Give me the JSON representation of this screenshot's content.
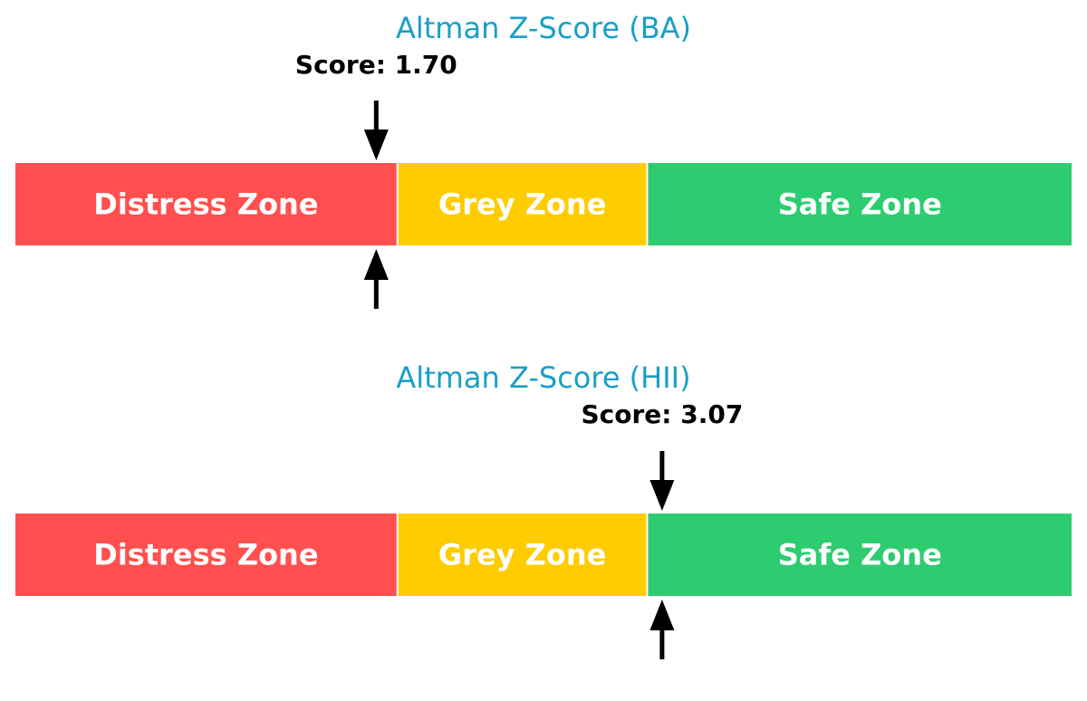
{
  "chart_data": [
    {
      "type": "gauge",
      "title": "Altman Z-Score (BA)",
      "score": 1.7,
      "score_label": "Score: 1.70",
      "zones": [
        {
          "label": "Distress Zone",
          "from": 0,
          "to": 1.8,
          "color": "#ff4f4f"
        },
        {
          "label": "Grey Zone",
          "from": 1.8,
          "to": 3.0,
          "color": "#ffcc00"
        },
        {
          "label": "Safe Zone",
          "from": 3.0,
          "to": 5.0,
          "color": "#2ecc71"
        }
      ],
      "range": [
        0,
        5
      ],
      "marker": "arrows above and below the bar"
    },
    {
      "type": "gauge",
      "title": "Altman Z-Score (HII)",
      "score": 3.07,
      "score_label": "Score: 3.07",
      "zones": [
        {
          "label": "Distress Zone",
          "from": 0,
          "to": 1.8,
          "color": "#ff4f4f"
        },
        {
          "label": "Grey Zone",
          "from": 1.8,
          "to": 3.0,
          "color": "#ffcc00"
        },
        {
          "label": "Safe Zone",
          "from": 3.0,
          "to": 5.0,
          "color": "#2ecc71"
        }
      ],
      "range": [
        0,
        5
      ],
      "marker": "arrows above and below the bar"
    }
  ],
  "colors": {
    "title": "#1a9fc6",
    "arrow": "#000000",
    "zone_text": "#ffffff",
    "separator": "#ffffff"
  }
}
